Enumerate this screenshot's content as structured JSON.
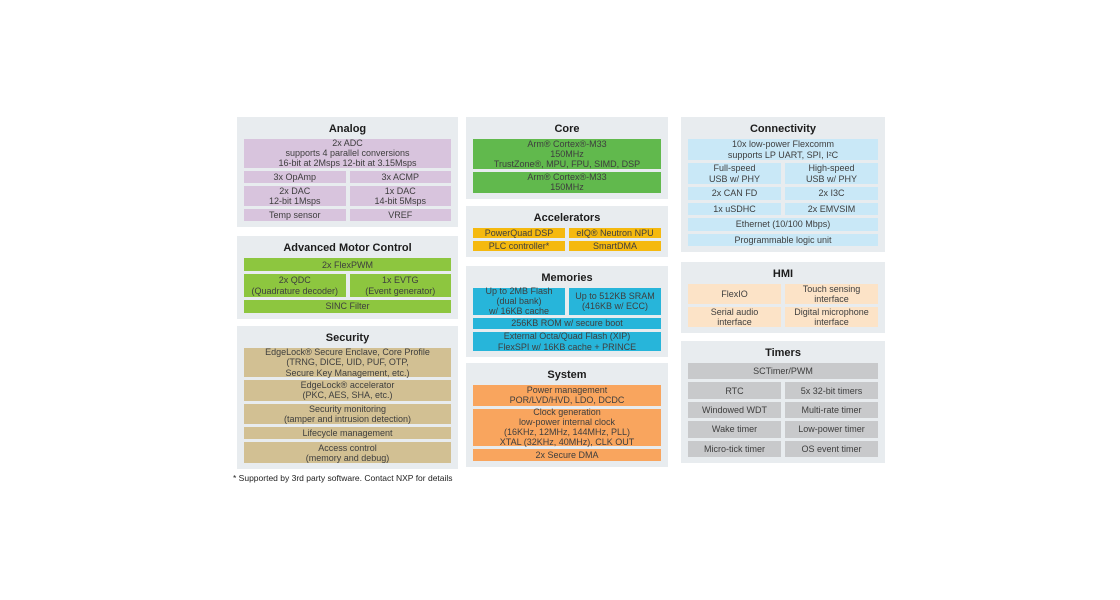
{
  "footnote": "* Supported by 3rd party software. Contact NXP for details",
  "panel_background": "#e8ecef",
  "columns": [
    {
      "panels": [
        {
          "title": "Analog",
          "color": "#d8c4dd",
          "rows": [
            [
              {
                "lines": [
                  "2x ADC",
                  "supports 4 parallel conversions",
                  "16-bit at 2Msps 12-bit at 3.15Msps"
                ]
              }
            ],
            [
              {
                "lines": [
                  "3x OpAmp"
                ]
              },
              {
                "lines": [
                  "3x ACMP"
                ]
              }
            ],
            [
              {
                "lines": [
                  "2x DAC",
                  "12-bit 1Msps"
                ]
              },
              {
                "lines": [
                  "1x DAC",
                  "14-bit 5Msps"
                ]
              }
            ],
            [
              {
                "lines": [
                  "Temp sensor"
                ]
              },
              {
                "lines": [
                  "VREF"
                ]
              }
            ]
          ]
        },
        {
          "title": "Advanced Motor Control",
          "color": "#8dc63f",
          "rows": [
            [
              {
                "lines": [
                  "2x FlexPWM"
                ]
              }
            ],
            [
              {
                "lines": [
                  "2x QDC",
                  "(Quadrature decoder)"
                ]
              },
              {
                "lines": [
                  "1x EVTG",
                  "(Event generator)"
                ]
              }
            ],
            [
              {
                "lines": [
                  "SINC Filter"
                ]
              }
            ]
          ]
        },
        {
          "title": "Security",
          "color": "#d2c093",
          "rows": [
            [
              {
                "lines": [
                  "EdgeLock® Secure Enclave, Core Profile",
                  "(TRNG, DICE, UID, PUF, OTP,",
                  "Secure Key Management, etc.)"
                ]
              }
            ],
            [
              {
                "lines": [
                  "EdgeLock® accelerator",
                  "(PKC, AES, SHA, etc.)"
                ]
              }
            ],
            [
              {
                "lines": [
                  "Security monitoring",
                  "(tamper and intrusion detection)"
                ]
              }
            ],
            [
              {
                "lines": [
                  "Lifecycle management"
                ]
              }
            ],
            [
              {
                "lines": [
                  "Access control",
                  "(memory and debug)"
                ]
              }
            ]
          ]
        }
      ]
    },
    {
      "panels": [
        {
          "title": "Core",
          "color": "#61b94d",
          "rows": [
            [
              {
                "lines": [
                  "Arm® Cortex®-M33",
                  "150MHz",
                  "TrustZone®, MPU, FPU, SIMD, DSP"
                ]
              }
            ],
            [
              {
                "lines": [
                  "Arm® Cortex®-M33",
                  "150MHz"
                ]
              }
            ]
          ]
        },
        {
          "title": "Accelerators",
          "color": "#f5b90f",
          "rows": [
            [
              {
                "lines": [
                  "PowerQuad DSP"
                ]
              },
              {
                "lines": [
                  "eIQ® Neutron NPU"
                ]
              }
            ],
            [
              {
                "lines": [
                  "PLC controller*"
                ]
              },
              {
                "lines": [
                  "SmartDMA"
                ]
              }
            ]
          ]
        },
        {
          "title": "Memories",
          "color": "#27b5da",
          "rows": [
            [
              {
                "lines": [
                  "Up to 2MB Flash",
                  "(dual bank)",
                  "w/ 16KB cache"
                ]
              },
              {
                "lines": [
                  "Up to 512KB SRAM",
                  "(416KB w/ ECC)"
                ]
              }
            ],
            [
              {
                "lines": [
                  "256KB ROM w/ secure boot"
                ]
              }
            ],
            [
              {
                "lines": [
                  "External Octa/Quad Flash (XIP)",
                  "FlexSPI w/ 16KB cache + PRINCE"
                ]
              }
            ]
          ]
        },
        {
          "title": "System",
          "color": "#f9a55e",
          "rows": [
            [
              {
                "lines": [
                  "Power management",
                  "POR/LVD/HVD, LDO, DCDC"
                ]
              }
            ],
            [
              {
                "lines": [
                  "Clock generation",
                  "low-power internal clock",
                  "(16KHz, 12MHz, 144MHz, PLL)",
                  "XTAL (32KHz, 40MHz), CLK OUT"
                ]
              }
            ],
            [
              {
                "lines": [
                  "2x Secure DMA"
                ]
              }
            ]
          ]
        }
      ]
    },
    {
      "panels": [
        {
          "title": "Connectivity",
          "color": "#c9e8f7",
          "rows": [
            [
              {
                "lines": [
                  "10x low-power Flexcomm",
                  "supports LP UART, SPI, I²C"
                ]
              }
            ],
            [
              {
                "lines": [
                  "Full-speed",
                  "USB w/ PHY"
                ]
              },
              {
                "lines": [
                  "High-speed",
                  "USB w/ PHY"
                ]
              }
            ],
            [
              {
                "lines": [
                  "2x CAN FD"
                ]
              },
              {
                "lines": [
                  "2x I3C"
                ]
              }
            ],
            [
              {
                "lines": [
                  "1x uSDHC"
                ]
              },
              {
                "lines": [
                  "2x EMVSIM"
                ]
              }
            ],
            [
              {
                "lines": [
                  "Ethernet (10/100 Mbps)"
                ]
              }
            ],
            [
              {
                "lines": [
                  "Programmable logic unit"
                ]
              }
            ]
          ]
        },
        {
          "title": "HMI",
          "color": "#fce3c7",
          "rows": [
            [
              {
                "lines": [
                  "FlexIO"
                ]
              },
              {
                "lines": [
                  "Touch sensing",
                  "interface"
                ]
              }
            ],
            [
              {
                "lines": [
                  "Serial audio",
                  "interface"
                ]
              },
              {
                "lines": [
                  "Digital microphone",
                  "interface"
                ]
              }
            ]
          ]
        },
        {
          "title": "Timers",
          "color": "#c8c9cb",
          "rows": [
            [
              {
                "lines": [
                  "SCTimer/PWM"
                ]
              }
            ],
            [
              {
                "lines": [
                  "RTC"
                ]
              },
              {
                "lines": [
                  "5x 32-bit timers"
                ]
              }
            ],
            [
              {
                "lines": [
                  "Windowed WDT"
                ]
              },
              {
                "lines": [
                  "Multi-rate timer"
                ]
              }
            ],
            [
              {
                "lines": [
                  "Wake timer"
                ]
              },
              {
                "lines": [
                  "Low-power timer"
                ]
              }
            ],
            [
              {
                "lines": [
                  "Micro-tick timer"
                ]
              },
              {
                "lines": [
                  "OS event timer"
                ]
              }
            ]
          ]
        }
      ]
    }
  ]
}
